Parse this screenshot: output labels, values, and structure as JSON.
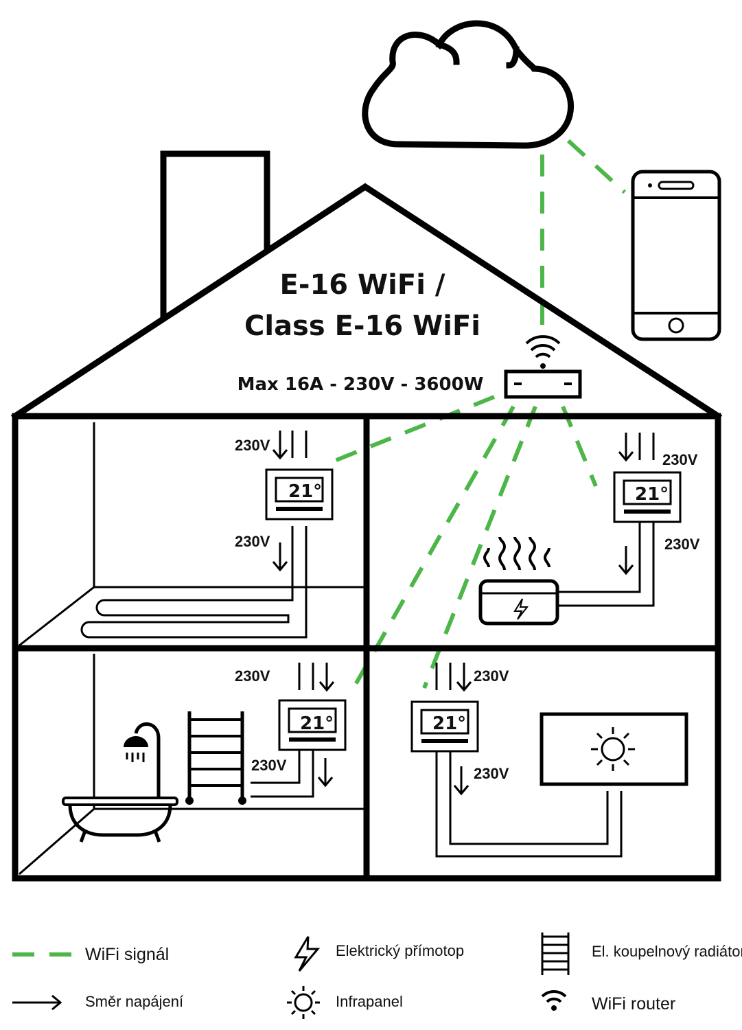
{
  "title_line1": "E-16 WiFi /",
  "title_line2": "Class E-16 WiFi",
  "spec": "Max 16A - 230V - 3600W",
  "voltage_label": "230V",
  "thermostat_temp": "21°",
  "legend": {
    "wifi": "WiFi signál",
    "direction": "Směr napájení",
    "heater": "Elektrický přímotop",
    "infrapanel": "Infrapanel",
    "bath_radiator": "El. koupelnový radiátor",
    "router": "WiFi router"
  },
  "colors": {
    "wifi_signal": "#4cb648",
    "line": "#000000"
  },
  "icons": [
    "cloud-icon",
    "smartphone-icon",
    "router-icon",
    "thermostat-icon",
    "heater-icon",
    "infrapanel-icon",
    "shower-icon",
    "bathtub-icon",
    "ladder-radiator-icon",
    "lightning-icon",
    "sun-icon",
    "wifi-icon",
    "arrow-icon"
  ]
}
